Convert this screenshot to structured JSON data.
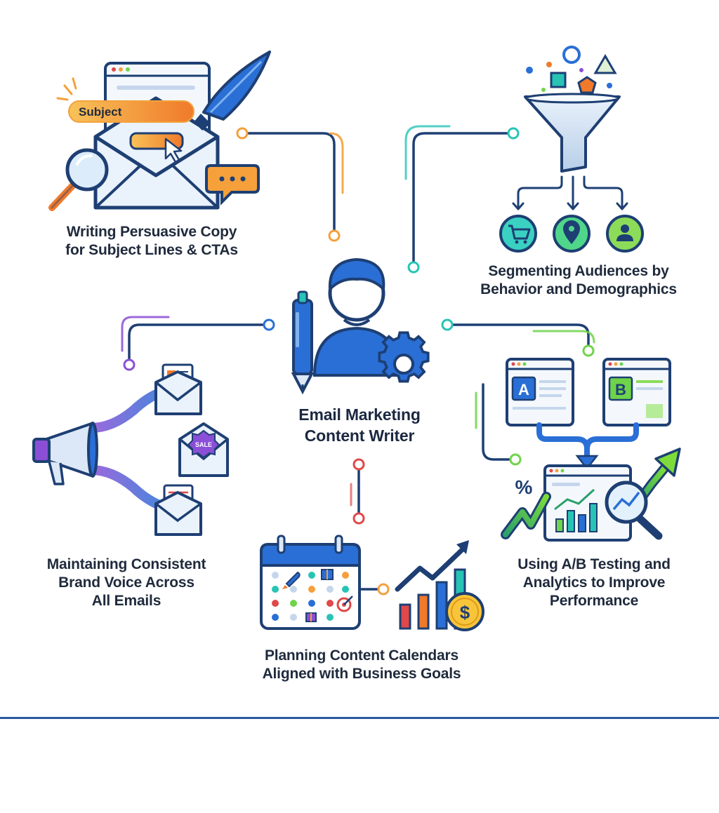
{
  "center": {
    "lines": [
      "Email Marketing",
      "Content Writer"
    ]
  },
  "nodes": [
    {
      "id": "copy",
      "lines": [
        "Writing Persuasive Copy",
        "for Subject Lines & CTAs"
      ]
    },
    {
      "id": "segment",
      "lines": [
        "Segmenting Audiences by",
        "Behavior and Demographics"
      ]
    },
    {
      "id": "brand",
      "lines": [
        "Maintaining Consistent",
        "Brand Voice Across",
        "All Emails"
      ]
    },
    {
      "id": "abtest",
      "lines": [
        "Using A/B Testing and",
        "Analytics to Improve",
        "Performance"
      ]
    },
    {
      "id": "calendar",
      "lines": [
        "Planning Content Calendars",
        "Aligned with Business Goals"
      ]
    }
  ],
  "icons": {
    "subject_field": "Subject",
    "sale_tag": "SALE",
    "variant_a": "A",
    "variant_b": "B",
    "percent": "%",
    "dollar": "$"
  },
  "colors": {
    "navy": "#1e3f73",
    "blue": "#2a6fd6",
    "teal": "#27c4b5",
    "green": "#6fd44a",
    "orange": "#f5a03a",
    "purple": "#8a4fd6",
    "red": "#e0484a"
  }
}
